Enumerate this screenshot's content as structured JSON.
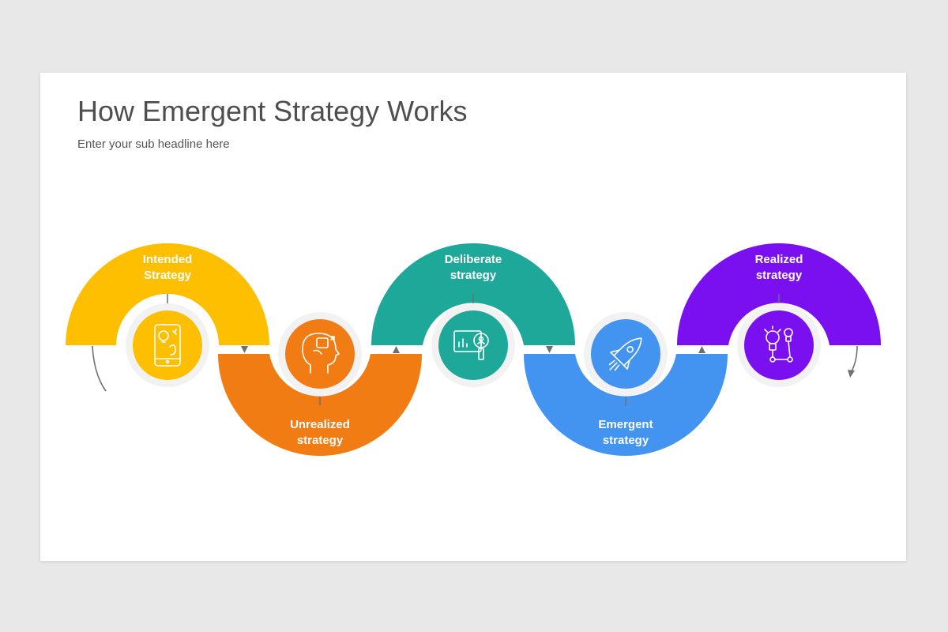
{
  "title": "How Emergent Strategy Works",
  "subtitle": "Enter your sub headline here",
  "stages": [
    {
      "label_line1": "Intended",
      "label_line2": "Strategy",
      "color": "#fdbf00",
      "icon": "mobile-ideas-icon"
    },
    {
      "label_line1": "Unrealized",
      "label_line2": "strategy",
      "color": "#f27c14",
      "icon": "head-thinking-icon"
    },
    {
      "label_line1": "Deliberate",
      "label_line2": "strategy",
      "color": "#1ea89a",
      "icon": "analytics-magnifier-icon"
    },
    {
      "label_line1": "Emergent",
      "label_line2": "strategy",
      "color": "#4294f0",
      "icon": "rocket-launch-icon"
    },
    {
      "label_line1": "Realized",
      "label_line2": "strategy",
      "color": "#7a0ff0",
      "icon": "lightbulb-network-icon"
    }
  ],
  "arrow_color": "#6f6f6f"
}
